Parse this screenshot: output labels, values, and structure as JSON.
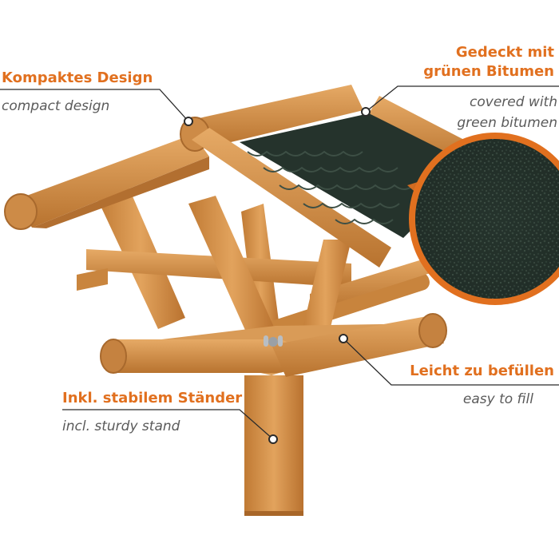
{
  "colors": {
    "accent": "#e1701f",
    "subtitle": "#5a5a5a",
    "wood": "#d4944e",
    "roof": "#2f3b34"
  },
  "callouts": {
    "compact": {
      "title": "Kompaktes Design",
      "subtitle": "compact design"
    },
    "roof": {
      "title_line1": "Gedeckt mit",
      "title_line2": "grünen Bitumen",
      "subtitle_line1": "covered with",
      "subtitle_line2": "green bitumen"
    },
    "fill": {
      "title": "Leicht zu befüllen",
      "subtitle": "easy to fill"
    },
    "stand": {
      "title": "Inkl. stabilem Ständer",
      "subtitle": "incl. sturdy stand"
    }
  }
}
